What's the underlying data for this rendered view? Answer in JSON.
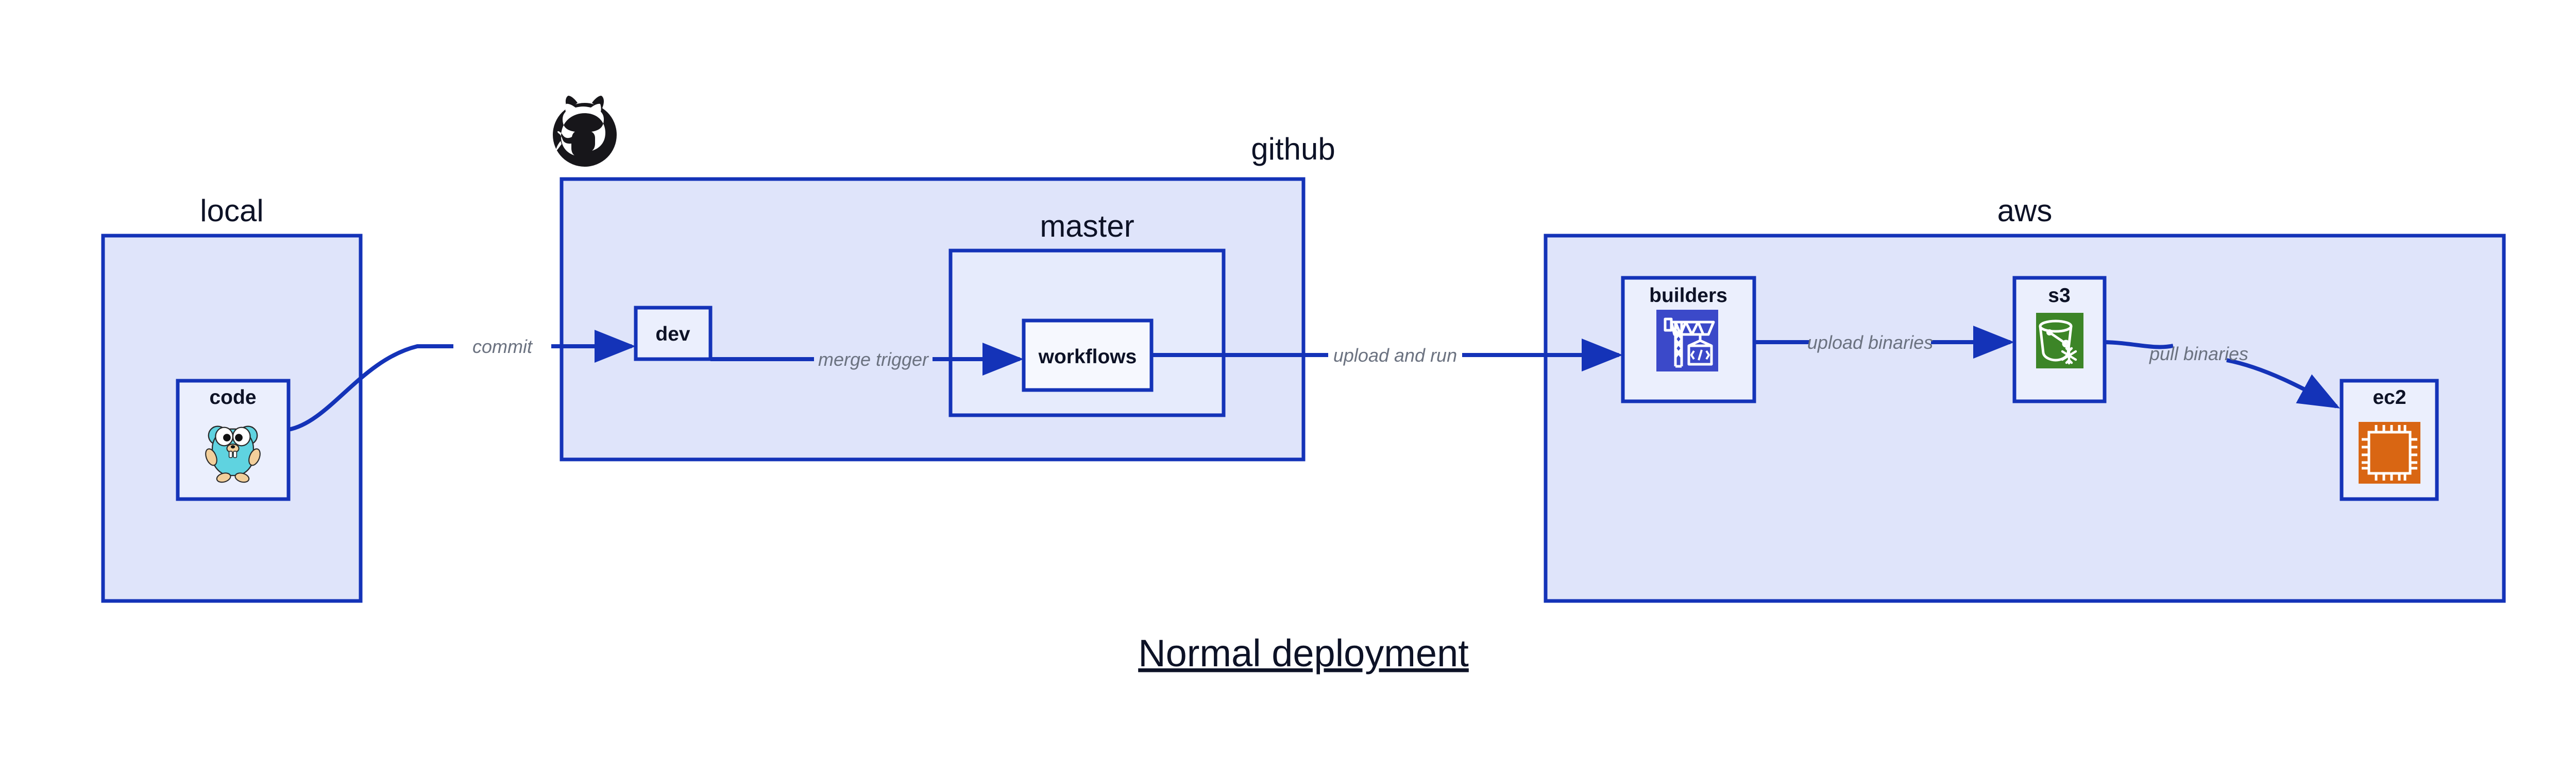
{
  "diagram": {
    "title": "Normal deployment",
    "groups": [
      {
        "id": "local",
        "label": "local",
        "nodes": [
          {
            "id": "code",
            "label": "code",
            "icon": "go-gopher-icon"
          }
        ]
      },
      {
        "id": "github",
        "label": "github",
        "icon": "github-octocat-icon",
        "nodes": [
          {
            "id": "dev",
            "label": "dev",
            "icon": "none"
          }
        ],
        "subgroups": [
          {
            "id": "master",
            "label": "master",
            "nodes": [
              {
                "id": "workflows",
                "label": "workflows",
                "icon": "none"
              }
            ]
          }
        ]
      },
      {
        "id": "aws",
        "label": "aws",
        "nodes": [
          {
            "id": "builders",
            "label": "builders",
            "icon": "aws-builders-crane-icon"
          },
          {
            "id": "s3",
            "label": "s3",
            "icon": "aws-s3-bucket-icon"
          },
          {
            "id": "ec2",
            "label": "ec2",
            "icon": "aws-ec2-chip-icon"
          }
        ]
      }
    ],
    "edges": [
      {
        "id": "commit",
        "from": "code",
        "to": "dev",
        "label": "commit"
      },
      {
        "id": "merge-trigger",
        "from": "dev",
        "to": "workflows",
        "label": "merge trigger"
      },
      {
        "id": "upload-and-run",
        "from": "workflows",
        "to": "builders",
        "label": "upload and run"
      },
      {
        "id": "upload-binaries",
        "from": "builders",
        "to": "s3",
        "label": "upload binaries"
      },
      {
        "id": "pull-binaries",
        "from": "s3",
        "to": "ec2",
        "label": "pull binaries"
      }
    ]
  },
  "colors": {
    "container_fill": "#dfe4fa",
    "subcontainer_fill": "#e6ebfc",
    "node_fill": "#ebeffd",
    "node_fill_light": "#f6f8fe",
    "border": "#1433b8",
    "edge": "#1433b8",
    "edge_label": "#6b7280",
    "text": "#0d1226",
    "background": "#ffffff",
    "builders_icon": "#3b49c9",
    "s3_icon": "#3c8527",
    "ec2_icon": "#d96613",
    "gopher_body": "#5fd3e0",
    "octocat": "#17161a"
  }
}
